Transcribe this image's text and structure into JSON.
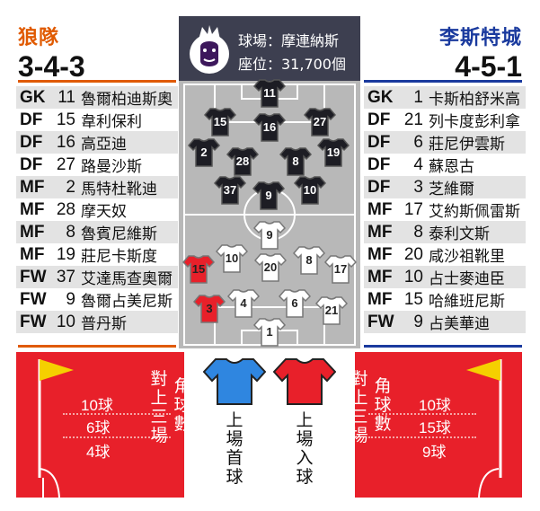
{
  "header": {
    "stadium_label": "球場：摩連納斯",
    "capacity_label": "座位：31,700個"
  },
  "home": {
    "name": "狼隊",
    "formation": "3-4-3",
    "color": "#e05a00",
    "players": [
      {
        "pos": "GK",
        "num": "11",
        "name": "魯爾柏迪斯奧"
      },
      {
        "pos": "DF",
        "num": "15",
        "name": "韋利保利"
      },
      {
        "pos": "DF",
        "num": "16",
        "name": "高亞迪"
      },
      {
        "pos": "DF",
        "num": "27",
        "name": "路曼沙斯"
      },
      {
        "pos": "MF",
        "num": "2",
        "name": "馬特杜靴迪"
      },
      {
        "pos": "MF",
        "num": "28",
        "name": "摩天奴"
      },
      {
        "pos": "MF",
        "num": "8",
        "name": "魯賓尼維斯"
      },
      {
        "pos": "MF",
        "num": "19",
        "name": "莊尼卡斯度"
      },
      {
        "pos": "FW",
        "num": "37",
        "name": "艾達馬查奧爾"
      },
      {
        "pos": "FW",
        "num": "9",
        "name": "魯爾占美尼斯"
      },
      {
        "pos": "FW",
        "num": "10",
        "name": "普丹斯"
      }
    ],
    "shirts": [
      "11",
      "15",
      "16",
      "27",
      "2",
      "28",
      "8",
      "19",
      "37",
      "9",
      "10"
    ]
  },
  "away": {
    "name": "李斯特城",
    "formation": "4-5-1",
    "color": "#1a3a9e",
    "players": [
      {
        "pos": "GK",
        "num": "1",
        "name": "卡斯柏舒米高"
      },
      {
        "pos": "DF",
        "num": "21",
        "name": "列卡度彭利拿"
      },
      {
        "pos": "DF",
        "num": "6",
        "name": "莊尼伊雲斯"
      },
      {
        "pos": "DF",
        "num": "4",
        "name": "蘇恩古"
      },
      {
        "pos": "DF",
        "num": "3",
        "name": "芝維爾"
      },
      {
        "pos": "MF",
        "num": "17",
        "name": "艾約斯佩雷斯"
      },
      {
        "pos": "MF",
        "num": "8",
        "name": "泰利文斯"
      },
      {
        "pos": "MF",
        "num": "20",
        "name": "咸沙祖靴里"
      },
      {
        "pos": "MF",
        "num": "10",
        "name": "占士麥迪臣"
      },
      {
        "pos": "MF",
        "num": "15",
        "name": "哈維班尼斯"
      },
      {
        "pos": "FW",
        "num": "9",
        "name": "占美華迪"
      }
    ],
    "shirts": [
      "9",
      "10",
      "20",
      "8",
      "15",
      "17",
      "3",
      "4",
      "6",
      "21",
      "1"
    ]
  },
  "stats": {
    "corner_label": "角球數",
    "vs_label": "對上三場",
    "first_goal_label": "上場首球",
    "first_concede_label": "上場入球",
    "home_corners": [
      "10球",
      "6球",
      "4球"
    ],
    "away_corners": [
      "10球",
      "15球",
      "9球"
    ],
    "colors": {
      "red": "#e8202a",
      "blue": "#2f86e0",
      "flag": "#f5d000"
    }
  }
}
